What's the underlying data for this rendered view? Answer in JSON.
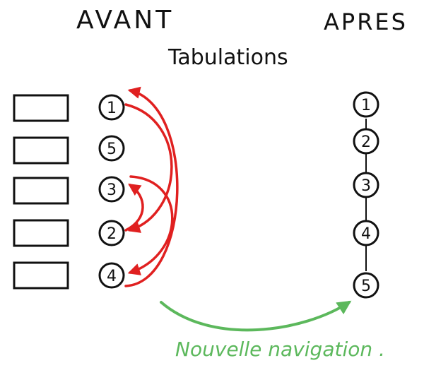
{
  "headings": {
    "avant": "AVANT",
    "apres": "APRES",
    "subtitle": "Tabulations"
  },
  "caption": "Nouvelle navigation .",
  "before_order": [
    "1",
    "5",
    "3",
    "2",
    "4"
  ],
  "after_order": [
    "1",
    "2",
    "3",
    "4",
    "5"
  ],
  "colors": {
    "ink": "#111111",
    "red_arrow": "#e02020",
    "green_arrow": "#5cb85c"
  }
}
